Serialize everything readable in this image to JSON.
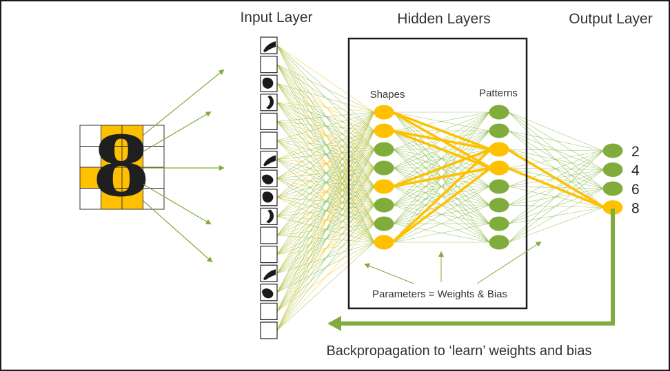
{
  "titles": {
    "input": "Input Layer",
    "hidden": "Hidden Layers",
    "output": "Output Layer"
  },
  "hidden_labels": {
    "shapes": "Shapes",
    "patterns": "Patterns"
  },
  "parameters_caption": "Parameters = Weights & Bias",
  "backprop_caption": "Backpropagation to ‘learn’ weights and bias",
  "output_labels": [
    "2",
    "4",
    "6",
    "8"
  ],
  "digit_glyph": "8",
  "colors": {
    "active": "#ffc000",
    "inactive": "#7fac3a",
    "connection_green": "#8bbb4c",
    "connection_yellow": "#f5c518",
    "arrow": "#7fac3a",
    "frame": "#1a1a1a"
  },
  "network": {
    "input_cells": 16,
    "input_inked_cells": [
      0,
      2,
      3,
      6,
      7,
      8,
      9,
      12,
      13
    ],
    "shapes_nodes": 8,
    "shapes_active": [
      0,
      1,
      4,
      7
    ],
    "patterns_nodes": 8,
    "patterns_active": [
      2,
      3
    ],
    "output_nodes": 4,
    "output_active": [
      3
    ]
  },
  "image_grid": {
    "rows": 4,
    "cols": 4,
    "highlighted_cells": [
      [
        0,
        1
      ],
      [
        0,
        2
      ],
      [
        1,
        1
      ],
      [
        1,
        2
      ],
      [
        2,
        0
      ],
      [
        2,
        1
      ],
      [
        2,
        2
      ],
      [
        3,
        1
      ],
      [
        3,
        2
      ]
    ]
  }
}
